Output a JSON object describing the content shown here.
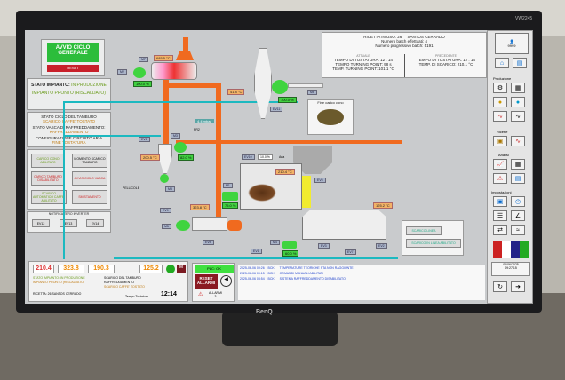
{
  "monitor": {
    "brand": "BenQ",
    "model": "VW2245"
  },
  "left": {
    "start_button": "AVVIO CICLO GENERALE",
    "reset_button": "RESET",
    "plant_state_label": "STATO IMPIANTO:",
    "plant_state": "IN PRODUZIONE",
    "plant_ready": "IMPIANTO PRONTO (RISCALDATO)",
    "drum_state_label": "STATO CICLO DEL TAMBURO",
    "drum_state": "SCARICO CAFFE' TOSTATO",
    "cooling_label": "STATO VASCA DI RAFFREDDAMENTO:",
    "cooling_state": "RAFFREDDAMENTO",
    "air_label": "CONFIGURAZIONE CIRCUITO ARIA",
    "air_state": "FINE TOSTATURA",
    "buttons": [
      "CARICO CONO ABILITATO",
      "MOMENTO SCARICO TAMBURO",
      "CARICO TAMBURO DISABILITATO",
      "AVVIO CICLO VASCA",
      "SCARICO AUTOMATICO CAFFE' ABILITATO",
      "SMISTAMENTO"
    ],
    "inverter_label": "NOTIFICA ZERO INVERTER",
    "inverters": [
      "EV12",
      "EV13",
      "EV14"
    ]
  },
  "recipe": {
    "label": "RICETTA IN USO:",
    "number": "26",
    "name": "SANTOS CERRADO",
    "batches_label": "Numero batch effettuati:",
    "batches": "4",
    "progressive_label": "Numero progressivo batch:",
    "progressive": "5191",
    "current_title": "ATTUALE",
    "current": [
      "TEMPO DI TOSTATURA: 12 : 14",
      "TEMPO TURNING POINT: 98 s",
      "TEMP. TURNING POINT: 101.1 °C"
    ],
    "previous_title": "PRECEDENTE",
    "previous": [
      "TEMPO DI TOSTATURA: 12 : 14",
      "TEMP. DI SCARICO: 210.1 °C"
    ]
  },
  "diagram": {
    "burner_temp": "685.5 °C",
    "burner_fan": "100.0 %",
    "cyclone_temp": "41.8 °C",
    "cyclone_fan": "100.0 %",
    "pressure": "4.4 mbar",
    "cyclone2_temp": "200.5 °C",
    "cyclone2_fan": "82.0 %",
    "drum_temp": "210.4 °C",
    "drum_in_temp": "323.8 °C",
    "drum_motor": "75.0 %",
    "cooling_temp": "125.2 °C",
    "cooling_fan": "60.0 %",
    "valve_pct": "10.0 %",
    "hopper_label": "Fine carico cono",
    "pellicole": "PELLICOLE",
    "aria": "Aria",
    "tags": [
      "M7",
      "M2",
      "M6",
      "EV11",
      "EV6",
      "M3",
      "PR2",
      "M8",
      "EV10",
      "EV9",
      "M1",
      "EV5",
      "M4",
      "EV2",
      "EV7",
      "EV3",
      "EV1",
      "M5",
      "EV8"
    ],
    "unload_buttons": [
      "SCARICO LINEA",
      "SCARICO IN LINEA ABILITATO"
    ]
  },
  "sidebar": {
    "user": "9999",
    "sections": [
      "Produzione",
      "Ricette",
      "Analisi",
      "Impostazioni"
    ],
    "date": "06/06/2025",
    "time": "09:27:15"
  },
  "bottom": {
    "values": [
      "210.4",
      "323.8",
      "190.3",
      "125.2"
    ],
    "status1": "STATO IMPIANTO: IN PRODUZIONE",
    "status2": "IMPIANTO PRONTO (RISCALDATO)",
    "status3": "SCARICO DEL TAMBURO",
    "status4": "RAFFREDDAMENTO",
    "status5": "SCARICO CAFFE' TOSTATO",
    "recipe": "RICETTA: 26  SANTOS CERRADO",
    "time_label": "Tempo Tostatura",
    "time": "12:14",
    "plc": "PLC: OK",
    "reset_alarms": "RESET ALLARMI",
    "alarms_label": "ALLARMI",
    "alarms_count": "3",
    "log": [
      {
        "ts": "2025-06-06 09:26",
        "code": "BCK",
        "msg": "TEMPERATURE TEORICHE STA NON RAGGIUNTE"
      },
      {
        "ts": "2025-06-06 09:15",
        "code": "BCK",
        "msg": "COMANDI MANUALI ABILITATI"
      },
      {
        "ts": "2025-06-06 08:54",
        "code": "BCK",
        "msg": "SISTEMA RAFFREDDAMENTO DISABILITATO"
      }
    ]
  },
  "colors": {
    "green": "#3fd43f",
    "orange": "#f06a1f",
    "cyan": "#1cb9c0",
    "red": "#c8202a"
  }
}
